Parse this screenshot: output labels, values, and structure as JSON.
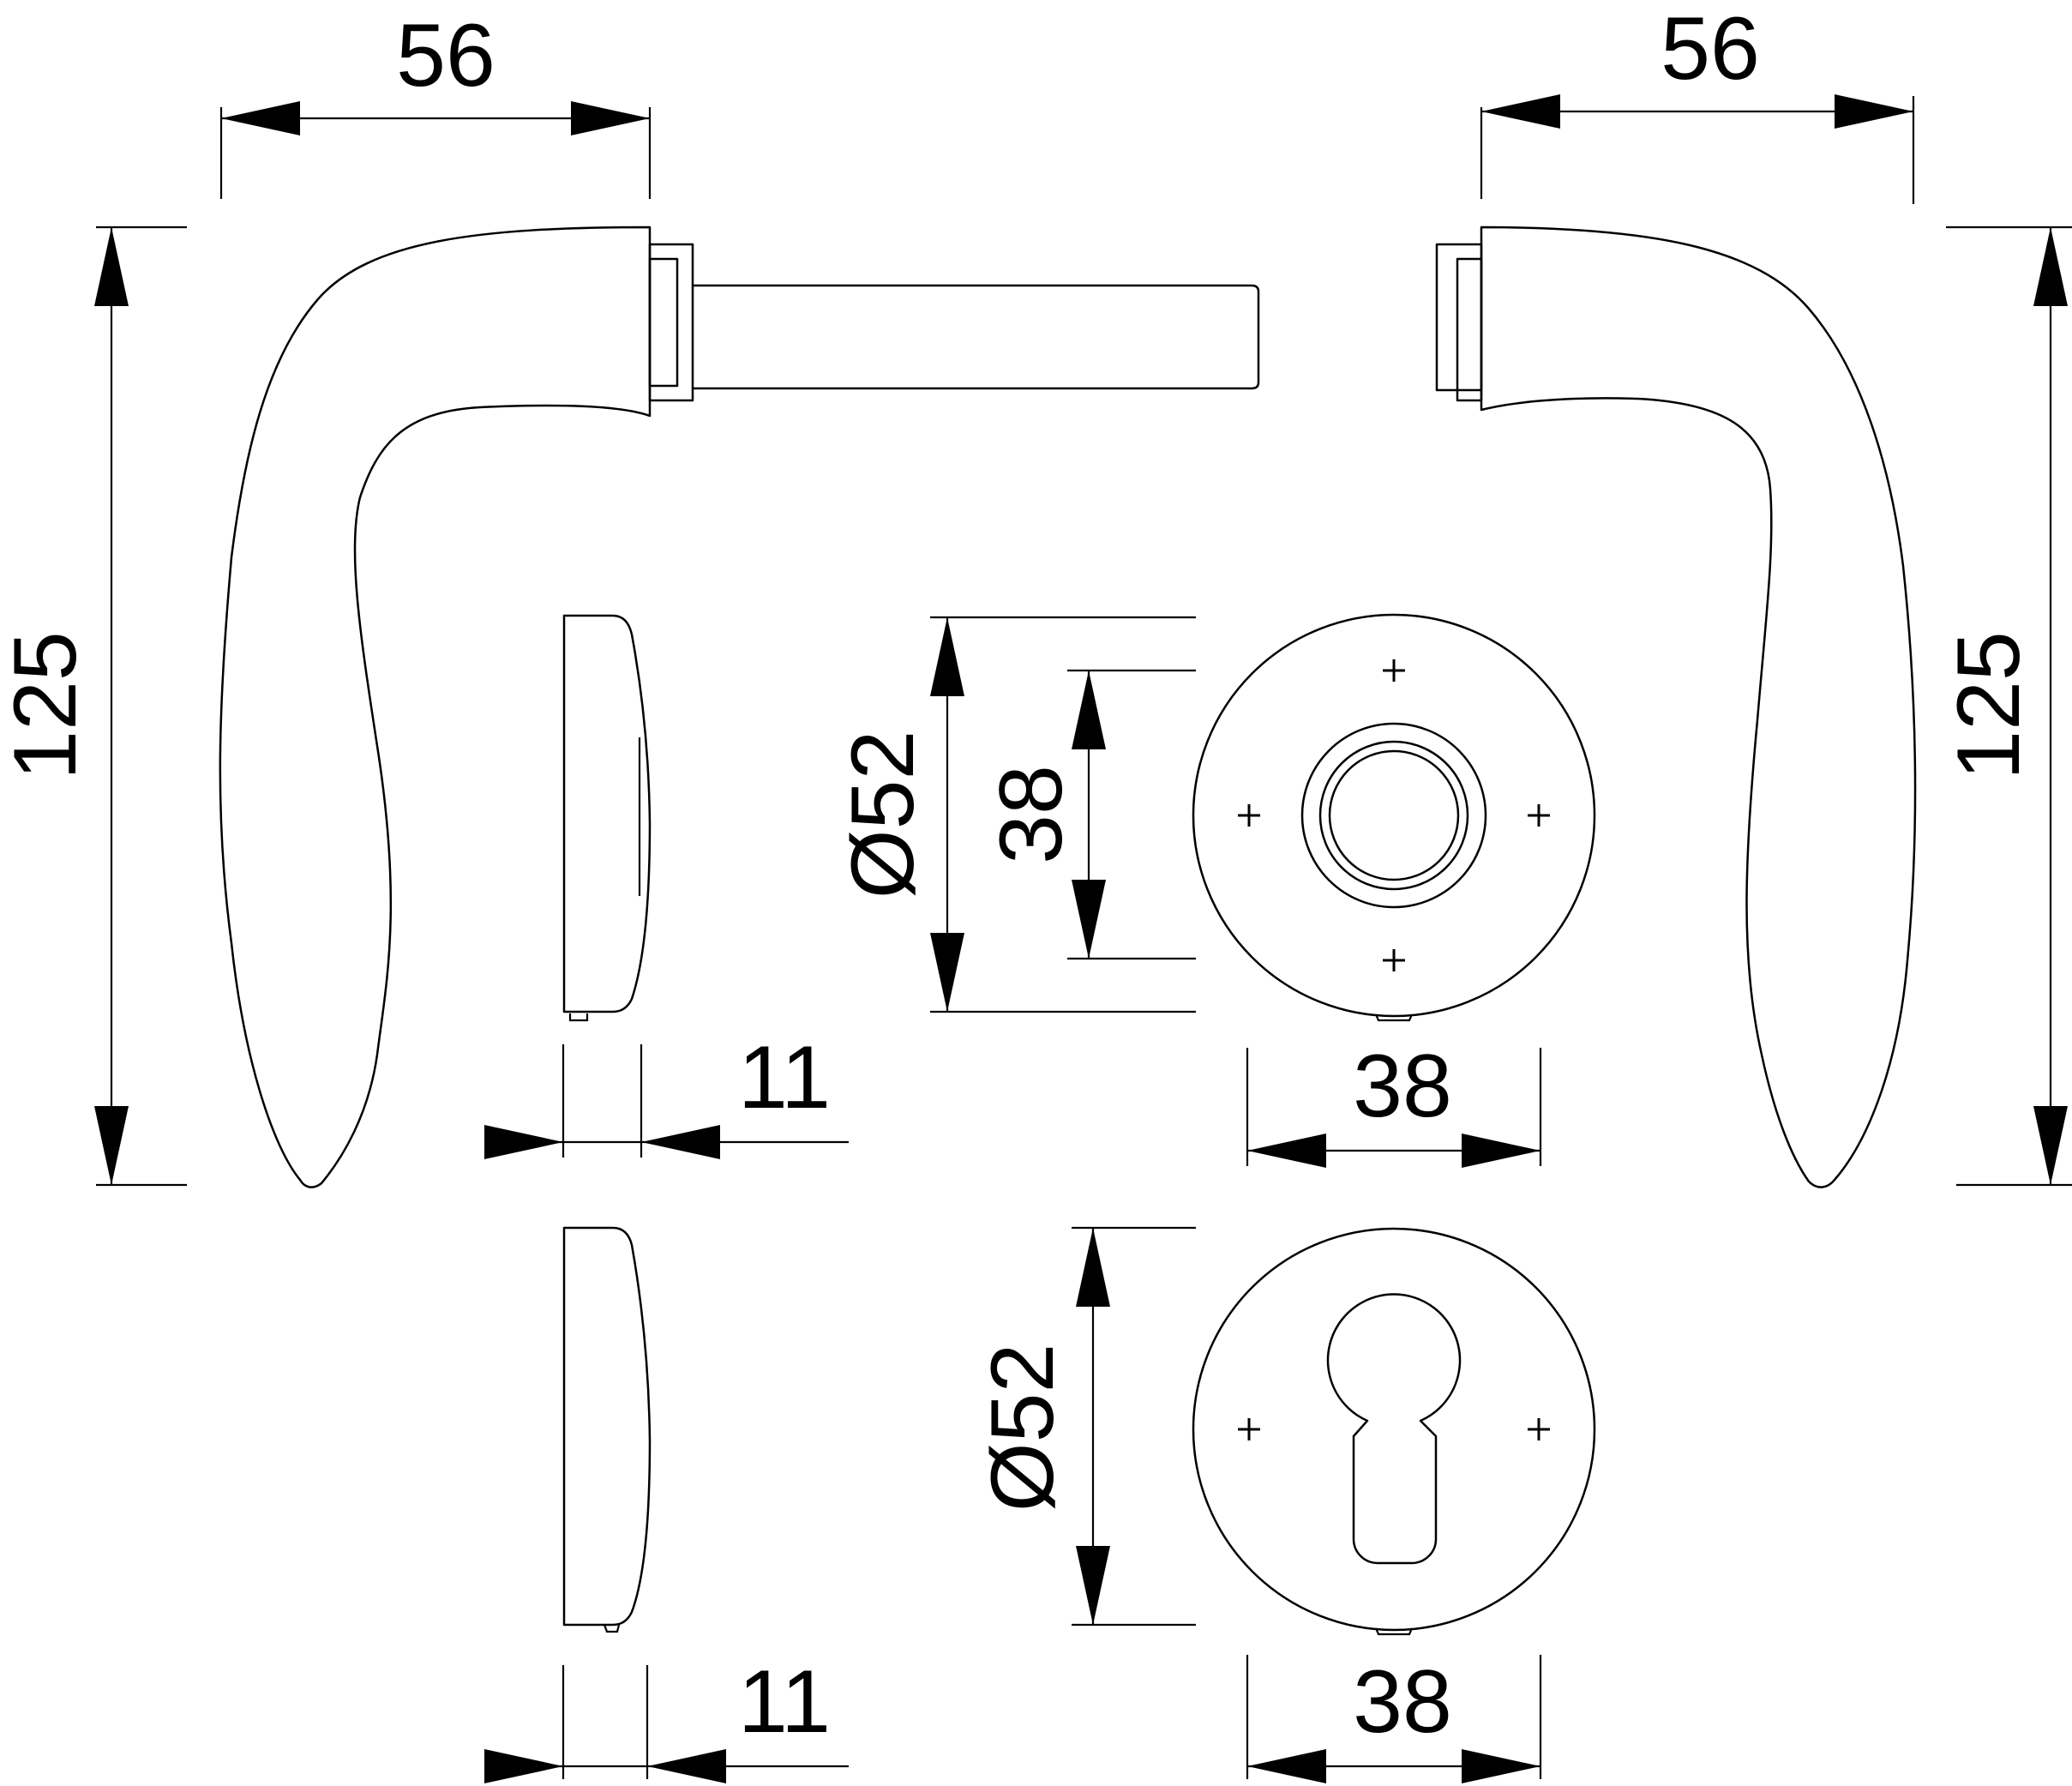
{
  "dimensions": {
    "handle_left_width": "56",
    "handle_right_width": "56",
    "handle_left_height": "125",
    "handle_right_height": "125",
    "rose_upper_diameter": "Ø52",
    "rose_upper_inner": "38",
    "rose_upper_width": "38",
    "rose_upper_thickness": "11",
    "rose_lower_diameter": "Ø52",
    "rose_lower_width": "38",
    "rose_lower_thickness": "11"
  }
}
